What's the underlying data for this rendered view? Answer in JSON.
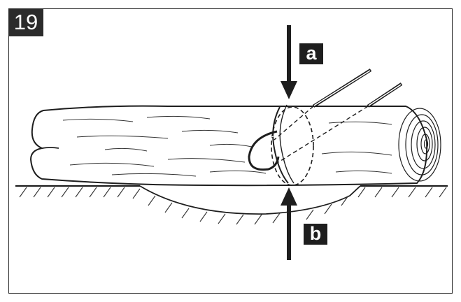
{
  "step_number": "19",
  "labels": {
    "a": "a",
    "b": "b"
  },
  "colors": {
    "line": "#1e1e1e",
    "badge": "#2b2b2b",
    "background": "#ffffff"
  }
}
